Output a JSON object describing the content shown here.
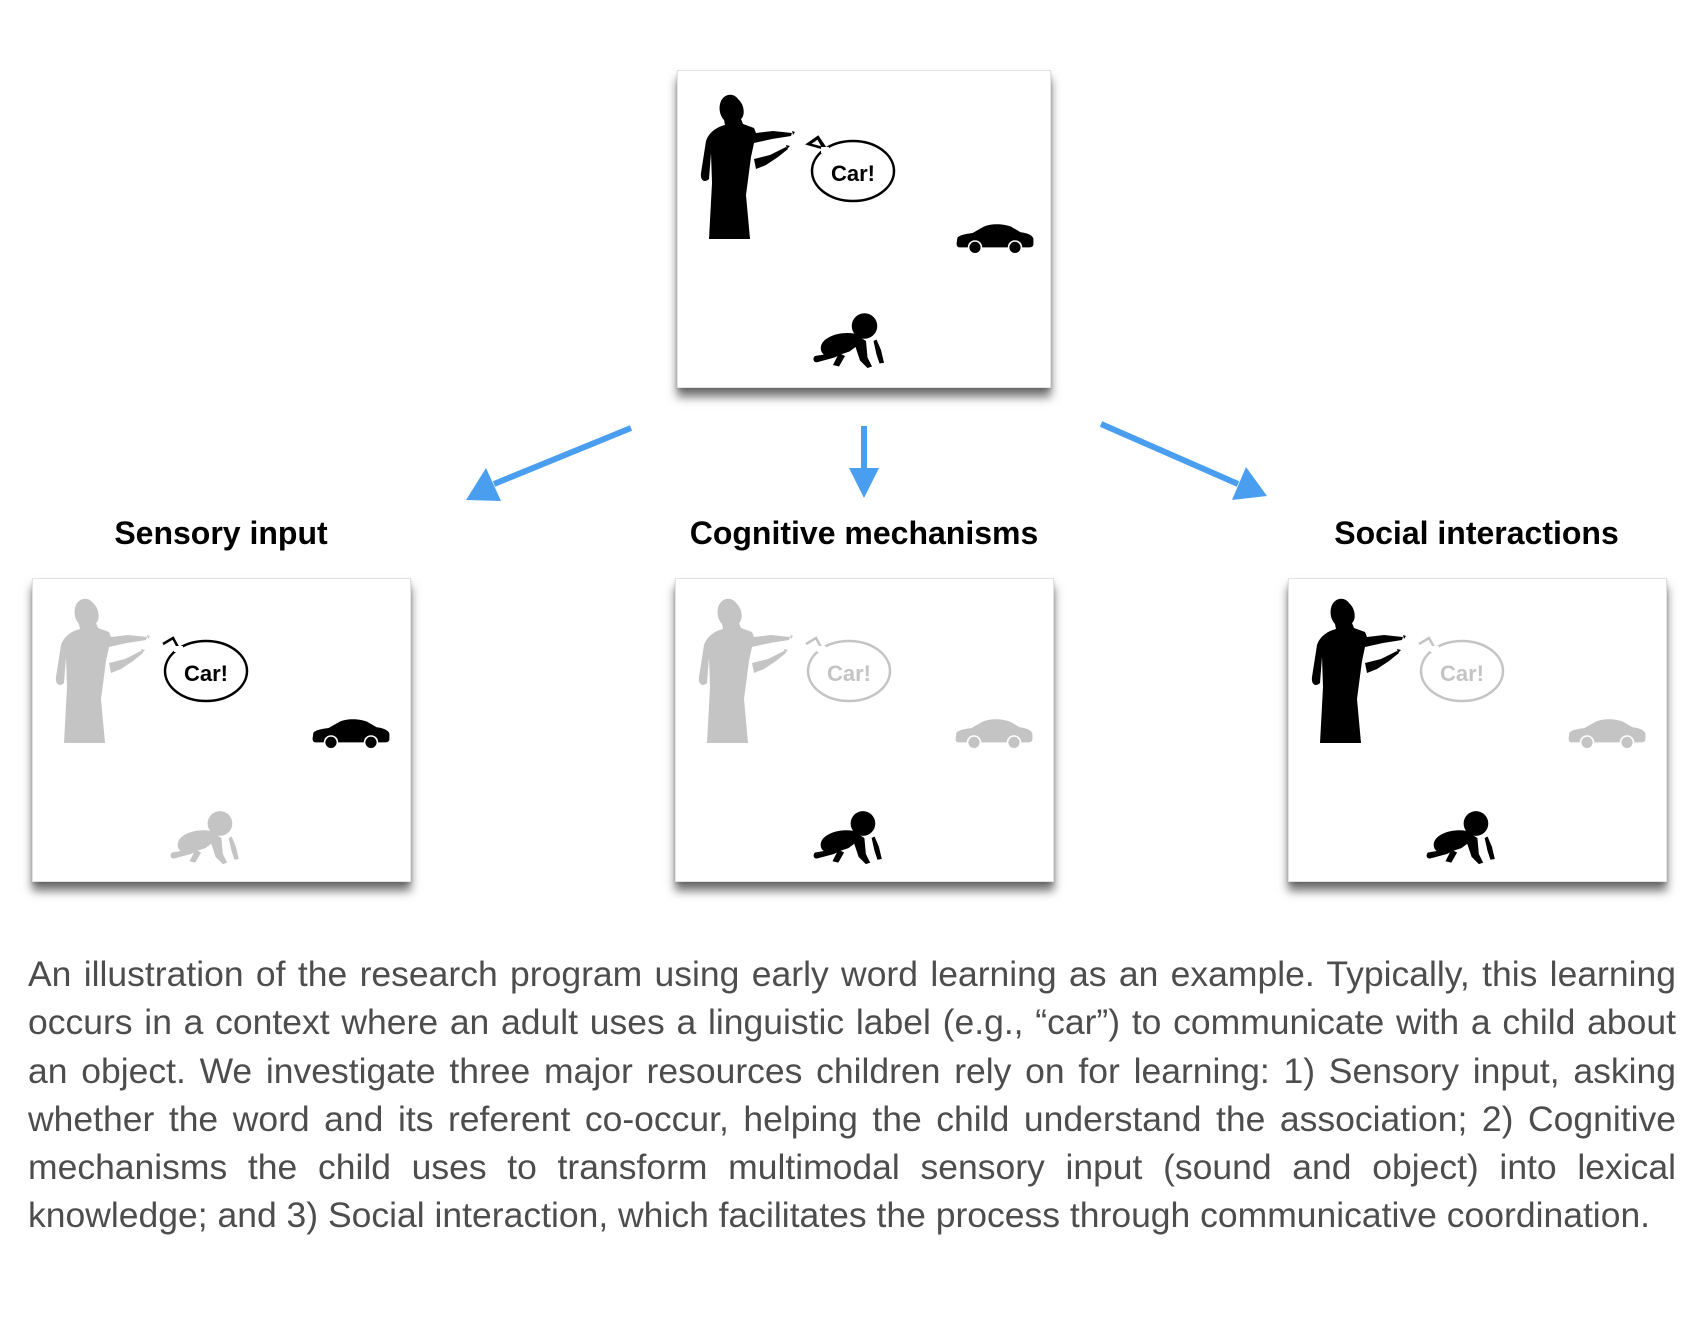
{
  "speech_word": "Car!",
  "labels": {
    "sensory": "Sensory input",
    "cognitive": "Cognitive mechanisms",
    "social": "Social interactions"
  },
  "caption": "An illustration of the research program using early word learning as an example. Typically, this learning occurs in a context where an adult uses a linguistic label (e.g., “car”) to communicate with a child about an object. We investigate three major resources children rely on for learning: 1) Sensory input, asking whether the word and its referent co-occur, helping the child understand the association; 2) Cognitive mechanisms the child uses to transform multimodal sensory input (sound and object) into lexical knowledge; and 3) Social interaction, which facilitates the process through communicative coordination.",
  "colors": {
    "arrow": "#4a9ef0",
    "active": "#000000",
    "faded": "#c4c4c4",
    "caption_text": "#4d4d4d"
  }
}
